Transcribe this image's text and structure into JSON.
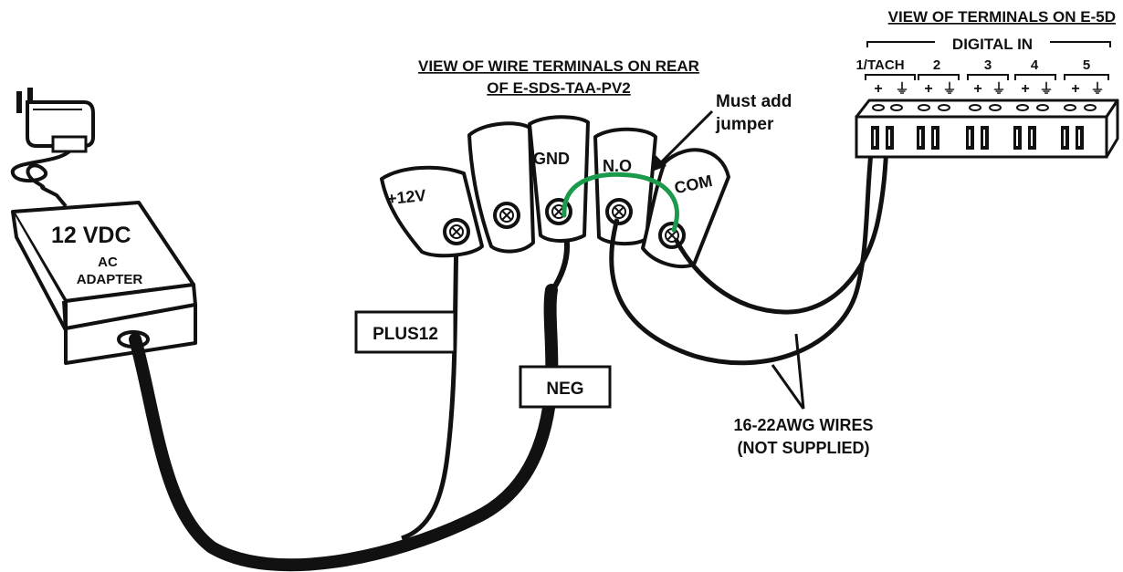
{
  "adapter": {
    "voltage": "12 VDC",
    "type_line1": "AC",
    "type_line2": "ADAPTER"
  },
  "sds_view": {
    "title_line1": "VIEW OF WIRE TERMINALS ON REAR",
    "title_line2": "OF E-SDS-TAA-PV2",
    "terminals": {
      "plus12v": "+12V",
      "gnd": "GND",
      "no": "N.O",
      "com": "COM"
    }
  },
  "jumper_note": {
    "line1": "Must add",
    "line2": "jumper"
  },
  "wire_labels": {
    "plus12": "PLUS12",
    "neg": "NEG",
    "gauge_line1": "16-22AWG WIRES",
    "gauge_line2": "(NOT SUPPLIED)"
  },
  "e5d_view": {
    "title": "VIEW OF TERMINALS ON E-5D",
    "group_label": "DIGITAL IN",
    "inputs": [
      "1/TACH",
      "2",
      "3",
      "4",
      "5"
    ],
    "plus_symbol": "+",
    "ground_symbol": "⏚"
  },
  "colors": {
    "line": "#111111",
    "jumper": "#1a9a4a",
    "background": "#ffffff"
  }
}
